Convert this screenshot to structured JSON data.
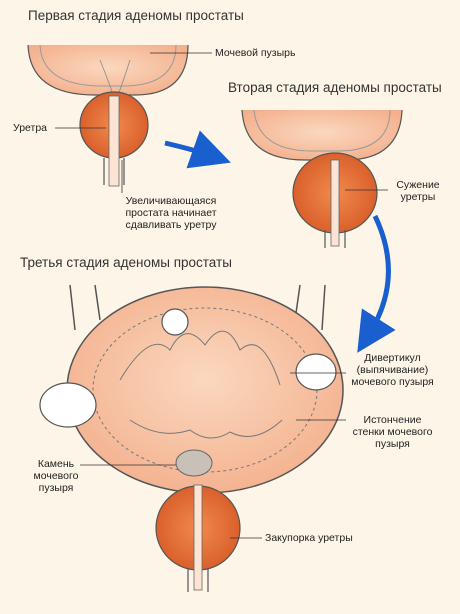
{
  "titles": {
    "stage1": "Первая стадия аденомы простаты",
    "stage2": "Вторая стадия аденомы простаты",
    "stage3": "Третья стадия аденомы простаты"
  },
  "labels": {
    "bladder": "Мочевой пузырь",
    "urethra": "Уретра",
    "enlarging": [
      "Увеличивающаяся",
      "простата начинает",
      "сдавливать уретру"
    ],
    "narrowing": [
      "Сужение",
      "уретры"
    ],
    "diverticulum": [
      "Дивертикул",
      "(выпячивание)",
      "мочевого пузыря"
    ],
    "thinning": [
      "Истончение",
      "стенки мочевого",
      "пузыря"
    ],
    "stone": [
      "Камень",
      "мочевого",
      "пузыря"
    ],
    "blockage": "Закупорка уретры"
  },
  "colors": {
    "background": "#fdf6e8",
    "bladder_fill": "#f9c9a8",
    "prostate": "#e8743e",
    "arrow": "#1a5fd0",
    "outline": "#555555"
  }
}
